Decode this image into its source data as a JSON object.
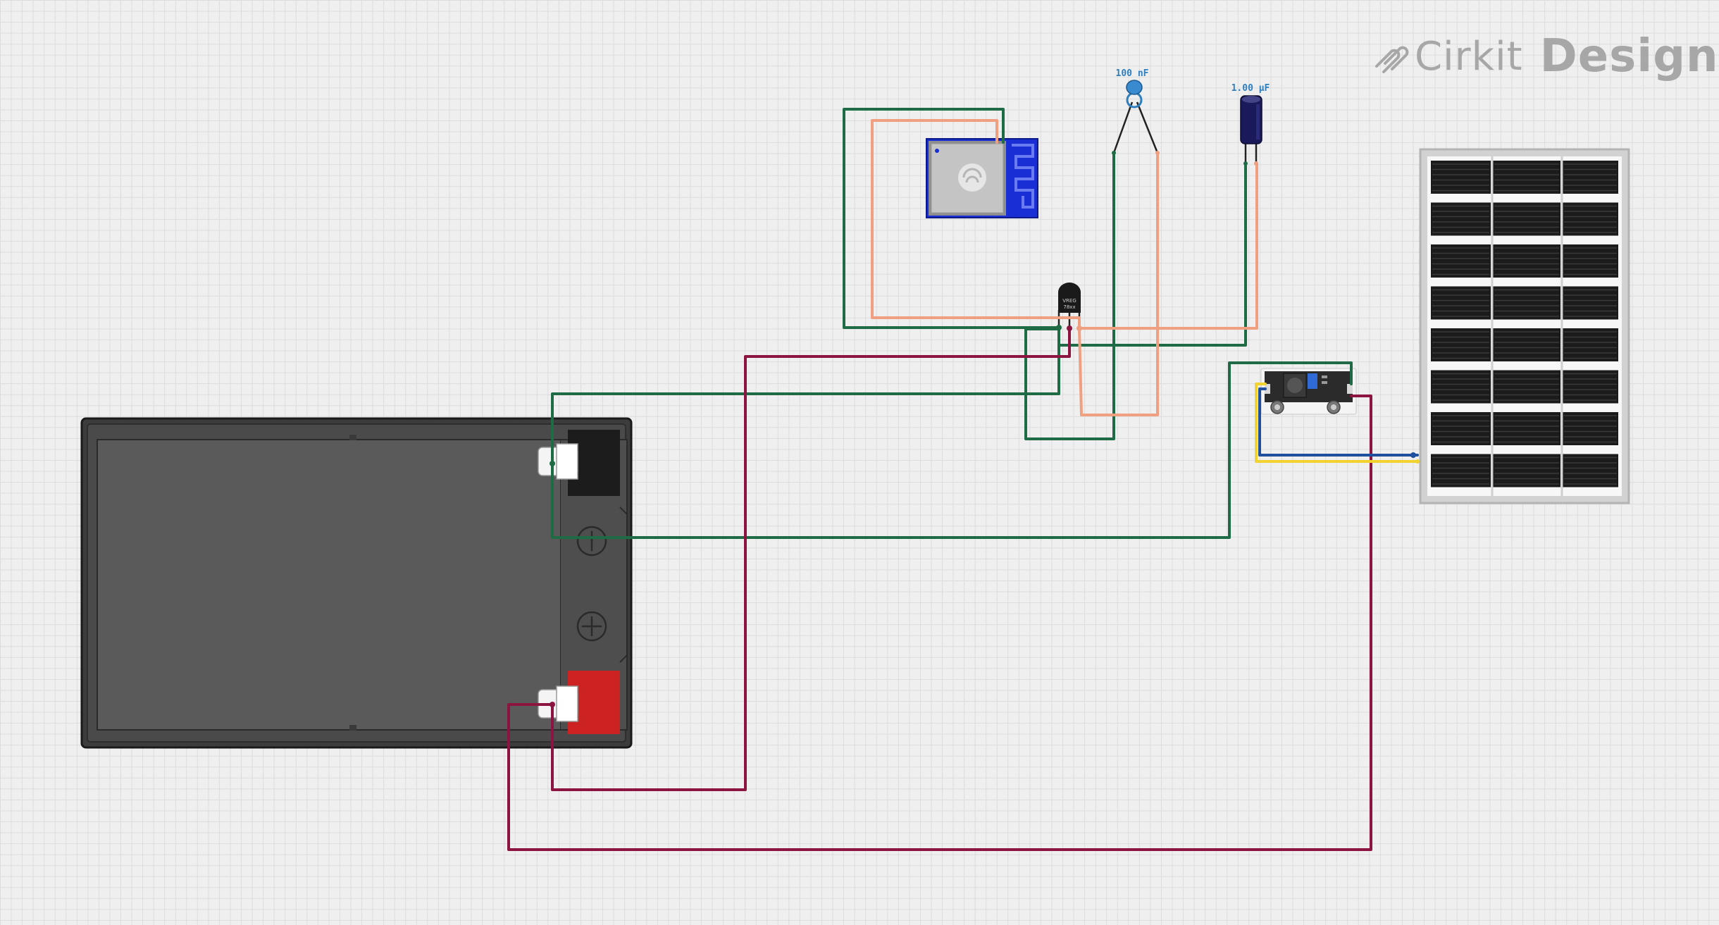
{
  "brand": {
    "name_part1": "Cirkit",
    "name_part2": "Designer"
  },
  "components": {
    "ceramic_capacitor": {
      "value_label": "100 nF"
    },
    "electrolytic_capacitor": {
      "value_label": "1.00 µF"
    },
    "voltage_regulator": {
      "marking_line1": "VREG",
      "marking_line2": "78xx"
    }
  },
  "wire_colors": {
    "ground": "#1e6b46",
    "signal": "#f0a080",
    "power": "#8b1540",
    "solar_negative": "#1f4f9e",
    "solar_positive": "#f2d22e"
  }
}
